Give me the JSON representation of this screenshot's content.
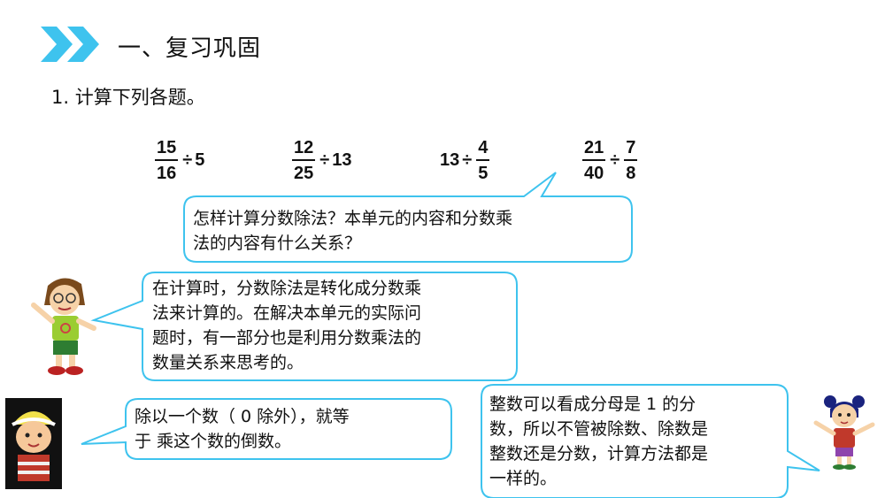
{
  "header": {
    "title": "一、复习巩固",
    "accent_color": "#3ec3ee"
  },
  "question": {
    "label": "1. 计算下列各题。"
  },
  "expressions": [
    {
      "num": "15",
      "den": "16",
      "op": "÷",
      "other": "5"
    },
    {
      "num": "12",
      "den": "25",
      "op": "÷",
      "other": "13"
    },
    {
      "other": "13",
      "op": "÷",
      "num": "4",
      "den": "5"
    },
    {
      "num": "21",
      "den": "40",
      "op": "÷",
      "num2": "7",
      "den2": "8"
    }
  ],
  "bubbles": {
    "question_bubble": {
      "line1": "怎样计算分数除法？本单元的内容和分数乘",
      "line2": "法的内容有什么关系？"
    },
    "girl_bubble": {
      "line1": "在计算时，分数除法是转化成分数乘",
      "line2": "法来计算的。在解决本单元的实际问",
      "line3": "题时，有一部分也是利用分数乘法的",
      "line4": "数量关系来思考的。"
    },
    "boy_bubble": {
      "line1": "除以一个数（ 0  除外），就等",
      "line2": "于 乘这个数的倒数。"
    },
    "right_bubble": {
      "line1": "整数可以看成分母是  1 的分",
      "line2": "数，所以不管被除数、除数是",
      "line3": "整数还是分数，计算方法都是",
      "line4": "一样的。"
    },
    "border_color": "#3ec3ee"
  },
  "characters": [
    "girl-with-glasses",
    "boy-with-cap",
    "girl-with-pigtails"
  ]
}
